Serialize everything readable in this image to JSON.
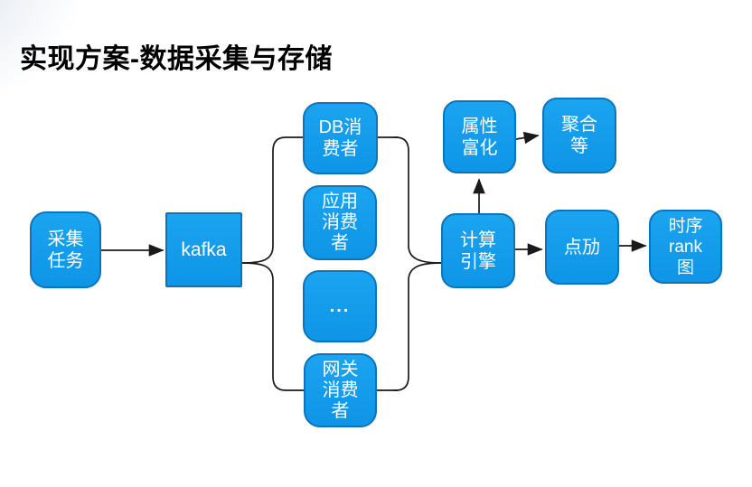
{
  "title": "实现方案-数据采集与存储",
  "colors": {
    "box_fill": "#129CEB",
    "box_border": "#0C74BC",
    "box_text": "#FFFFFF",
    "line": "#1A1A1A",
    "title_text": "#000000"
  },
  "nodes": {
    "caiji": {
      "label": "采集任务",
      "lines": [
        "采集",
        "任务"
      ]
    },
    "kafka": {
      "label": "kafka",
      "lines": [
        "kafka"
      ]
    },
    "db": {
      "label": "DB消费者",
      "lines": [
        "DB消",
        "费者"
      ]
    },
    "app": {
      "label": "应用消费者",
      "lines": [
        "应用",
        "消费",
        "者"
      ]
    },
    "dots": {
      "label": "...",
      "lines": [
        "..."
      ]
    },
    "gateway": {
      "label": "网关消费者",
      "lines": [
        "网关",
        "消费",
        "者"
      ]
    },
    "enrich": {
      "label": "属性富化",
      "lines": [
        "属性",
        "富化"
      ]
    },
    "agg": {
      "label": "聚合等",
      "lines": [
        "聚合",
        "等"
      ]
    },
    "engine": {
      "label": "计算引擎",
      "lines": [
        "计算",
        "引擎"
      ]
    },
    "dian": {
      "label": "点劢",
      "lines": [
        "点劢"
      ]
    },
    "rank": {
      "label": "时序rank图",
      "lines": [
        "时序",
        "rank",
        "图"
      ]
    }
  },
  "edges": [
    {
      "from": "采集任务",
      "to": "kafka",
      "type": "arrow"
    },
    {
      "from": "kafka",
      "to": "DB消费者",
      "type": "brace"
    },
    {
      "from": "kafka",
      "to": "应用消费者",
      "type": "brace"
    },
    {
      "from": "kafka",
      "to": "...",
      "type": "brace"
    },
    {
      "from": "kafka",
      "to": "网关消费者",
      "type": "brace"
    },
    {
      "from": "DB消费者",
      "to": "计算引擎",
      "type": "brace"
    },
    {
      "from": "应用消费者",
      "to": "计算引擎",
      "type": "brace"
    },
    {
      "from": "...",
      "to": "计算引擎",
      "type": "brace"
    },
    {
      "from": "网关消费者",
      "to": "计算引擎",
      "type": "brace"
    },
    {
      "from": "计算引擎",
      "to": "属性富化",
      "type": "arrow"
    },
    {
      "from": "属性富化",
      "to": "聚合等",
      "type": "arrow"
    },
    {
      "from": "计算引擎",
      "to": "点劢",
      "type": "arrow"
    },
    {
      "from": "点劢",
      "to": "时序rank图",
      "type": "arrow"
    }
  ]
}
